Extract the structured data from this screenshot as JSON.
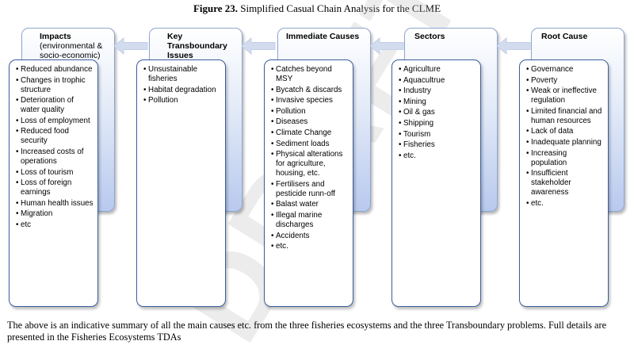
{
  "caption": {
    "label": "Figure 23.",
    "text": "Simplified Casual Chain Analysis for the CLME"
  },
  "watermark": "DRAFT",
  "columns": [
    {
      "title": "Impacts",
      "subtitle": "(environmental & socio-economic)",
      "items": [
        "Reduced abundance",
        "Changes in trophic structure",
        "Deterioration of water quality",
        "Loss of employment",
        "Reduced food security",
        "Increased costs of operations",
        "Loss of tourism",
        "Loss of foreign earnings",
        "Human health issues",
        "Migration",
        "etc"
      ]
    },
    {
      "title": "Key Transboundary Issues",
      "subtitle": "",
      "items": [
        "Unsustainable fisheries",
        "Habitat degradation",
        "Pollution"
      ]
    },
    {
      "title": "Immediate Causes",
      "subtitle": "",
      "items": [
        "Catches beyond MSY",
        "Bycatch & discards",
        "Invasive species",
        "Pollution",
        "Diseases",
        "Climate Change",
        "Sediment loads",
        "Physical alterations for agriculture, housing, etc.",
        "Fertilisers and pesticide runn-off",
        "Balast water",
        "Illegal marine discharges",
        "Accidents",
        "etc."
      ]
    },
    {
      "title": "Sectors",
      "subtitle": "",
      "items": [
        "Agriculture",
        "Aquacultrue",
        "Industry",
        "Mining",
        "Oil & gas",
        "Shipping",
        "Tourism",
        "Fisheries",
        "etc."
      ]
    },
    {
      "title": "Root Cause",
      "subtitle": "",
      "items": [
        "Governance",
        "Poverty",
        "Weak or ineffective regulation",
        "Limited financial and human resources",
        "Lack of data",
        "Inadequate planning",
        "Increasing population",
        "Insufficient stakeholder awareness",
        "etc."
      ]
    }
  ],
  "footnote": "The above is an indicative summary of all the main causes etc. from the three fisheries ecosystems and the three Transboundary problems. Full details are presented in the Fisheries Ecosystems TDAs"
}
